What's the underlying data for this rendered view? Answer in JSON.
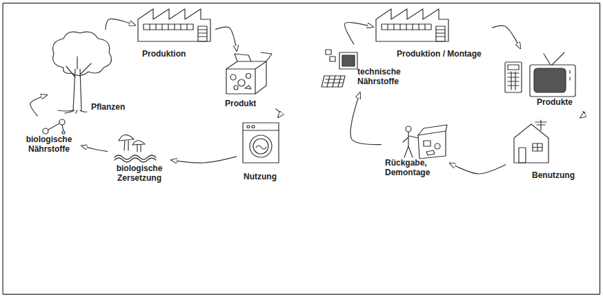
{
  "diagram": {
    "nodes": [
      {
        "text": [
          "Produktion"
        ]
      },
      {
        "text": [
          "Produkt"
        ]
      },
      {
        "text": [
          "Nutzung"
        ]
      },
      {
        "text": [
          "biologische Zersetzung"
        ]
      },
      {
        "text": [
          "biologische Nährstoffe"
        ]
      },
      {
        "text": [
          "Pflanzen"
        ]
      },
      {
        "text": [
          "technische Nährstoffe"
        ]
      },
      {
        "text": [
          "Produktion / Montage"
        ]
      },
      {
        "text": [
          "Produkte"
        ]
      },
      {
        "text": [
          "Benutzung"
        ]
      },
      {
        "text": [
          "Rückgabe, Demontage"
        ]
      }
    ],
    "edges": [
      {
        "from": 5,
        "to": 0,
        "arrow": "to"
      },
      {
        "from": 0,
        "to": 1,
        "arrow": "to"
      },
      {
        "from": 1,
        "to": 2,
        "arrow": "to"
      },
      {
        "from": 2,
        "to": 3,
        "arrow": "to"
      },
      {
        "from": 3,
        "to": 4,
        "arrow": "to"
      },
      {
        "from": 4,
        "to": 5,
        "arrow": "to"
      },
      {
        "from": 6,
        "to": 7,
        "arrow": "to"
      },
      {
        "from": 7,
        "to": 8,
        "arrow": "to"
      },
      {
        "from": 8,
        "to": 9,
        "arrow": "to"
      },
      {
        "from": 9,
        "to": 10,
        "arrow": "to"
      },
      {
        "from": 10,
        "to": 6,
        "arrow": "to"
      }
    ]
  }
}
